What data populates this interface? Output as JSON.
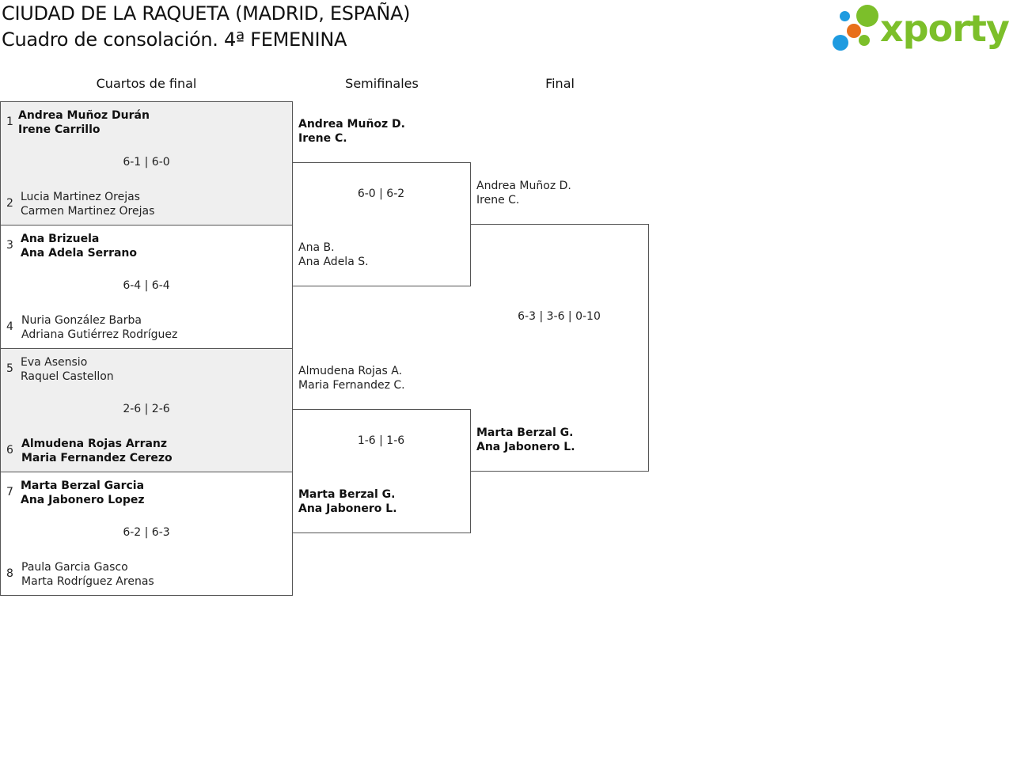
{
  "header": {
    "title": "CIUDAD DE LA RAQUETA (MADRID, ESPAÑA)",
    "subtitle": "Cuadro de consolación. 4ª FEMENINA",
    "logo_text": "xporty"
  },
  "rounds": {
    "quarterfinals": "Cuartos de final",
    "semifinals": "Semifinales",
    "final": "Final"
  },
  "quarterfinals": [
    {
      "score": "6-1 | 6-0",
      "top": {
        "seed": "1",
        "p1": "Andrea Muñoz Durán",
        "p2": "Irene Carrillo",
        "winner": true
      },
      "bottom": {
        "seed": "2",
        "p1": "Lucia Martinez Orejas",
        "p2": "Carmen Martinez Orejas",
        "winner": false
      }
    },
    {
      "score": "6-4 | 6-4",
      "top": {
        "seed": "3",
        "p1": "Ana Brizuela",
        "p2": "Ana Adela Serrano",
        "winner": true
      },
      "bottom": {
        "seed": "4",
        "p1": "Nuria González Barba",
        "p2": "Adriana Gutiérrez Rodríguez",
        "winner": false
      }
    },
    {
      "score": "2-6 | 2-6",
      "top": {
        "seed": "5",
        "p1": "Eva Asensio",
        "p2": "Raquel Castellon",
        "winner": false
      },
      "bottom": {
        "seed": "6",
        "p1": "Almudena Rojas Arranz",
        "p2": "Maria Fernandez Cerezo",
        "winner": true
      }
    },
    {
      "score": "6-2 | 6-3",
      "top": {
        "seed": "7",
        "p1": "Marta Berzal Garcia",
        "p2": "Ana Jabonero Lopez",
        "winner": true
      },
      "bottom": {
        "seed": "8",
        "p1": "Paula Garcia Gasco",
        "p2": "Marta Rodríguez Arenas",
        "winner": false
      }
    }
  ],
  "semifinals": [
    {
      "score": "6-0 | 6-2",
      "top": {
        "p1": "Andrea Muñoz D.",
        "p2": "Irene C.",
        "winner": true
      },
      "bottom": {
        "p1": "Ana B.",
        "p2": "Ana Adela S.",
        "winner": false
      }
    },
    {
      "score": "1-6 | 1-6",
      "top": {
        "p1": "Almudena Rojas A.",
        "p2": "Maria Fernandez C.",
        "winner": false
      },
      "bottom": {
        "p1": "Marta Berzal G.",
        "p2": "Ana Jabonero L.",
        "winner": true
      }
    }
  ],
  "final": {
    "score": "6-3 | 3-6 | 0-10",
    "top": {
      "p1": "Andrea Muñoz D.",
      "p2": "Irene C.",
      "winner": false
    },
    "bottom": {
      "p1": "Marta Berzal G.",
      "p2": "Ana Jabonero L.",
      "winner": true
    }
  },
  "colors": {
    "logo_green": "#7cbf2a",
    "logo_blue": "#1e9be0",
    "logo_orange": "#e8701a",
    "shaded_box": "#efefef"
  }
}
